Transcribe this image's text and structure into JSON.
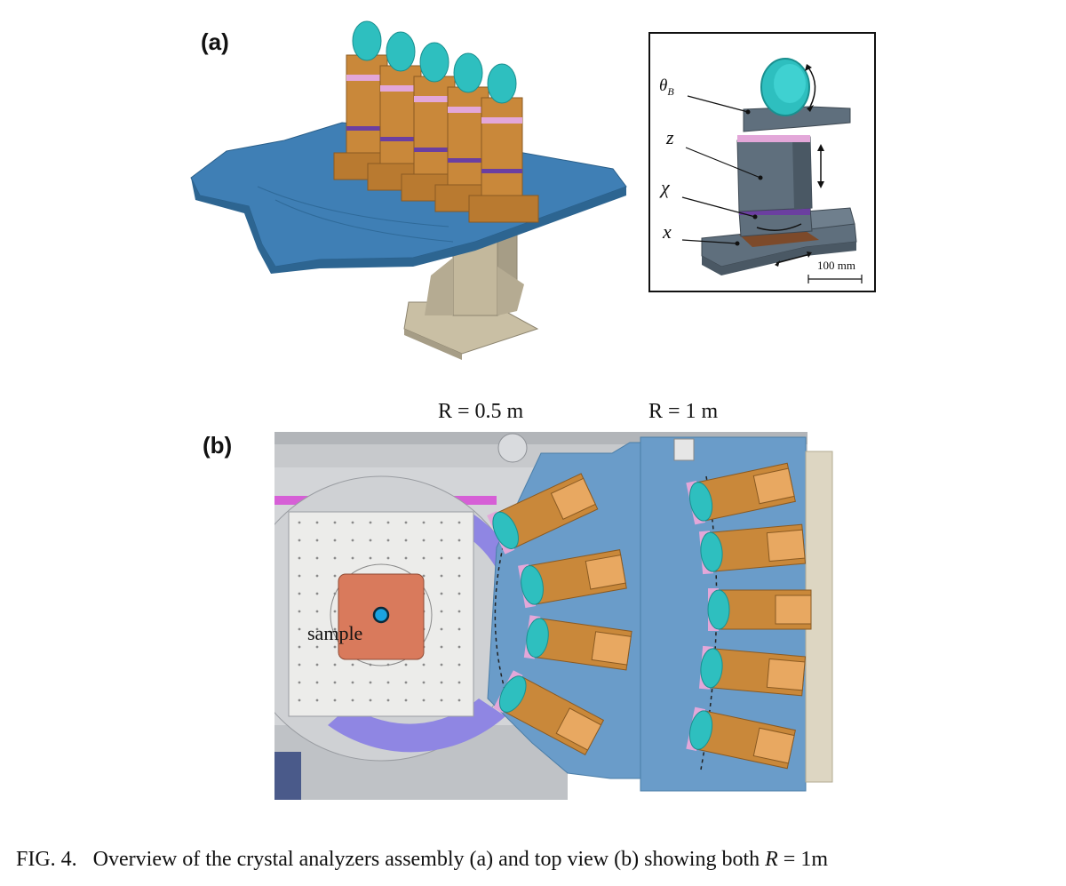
{
  "panels": {
    "a": {
      "label": "(a)"
    },
    "b": {
      "label": "(b)"
    }
  },
  "inset": {
    "labels": {
      "theta": "θ",
      "theta_sub": "B",
      "z": "z",
      "chi": "χ",
      "x": "x"
    },
    "scale_bar": "100 mm"
  },
  "top_view": {
    "radius_small": "R = 0.5 m",
    "radius_large": "R = 1 m",
    "sample_label": "sample"
  },
  "caption": {
    "lead": "FIG. 4.",
    "text": "Overview of the crystal analyzers assembly (a) and top view (b) showing both",
    "r_var": "R",
    "tail": " = 1m"
  },
  "colors": {
    "plate_blue": "#3f7fb5",
    "analyzer_orange": "#c9883a",
    "crystal_teal": "#2ebfbf",
    "pedestal_beige": "#c9bfa4",
    "chi_purple": "#6b3fa0",
    "pink_ring": "#e3a7d9",
    "stage_grey": "#5f6f7d",
    "sample_copper": "#d97a5c",
    "sample_dot": "#1aa3e0",
    "inner_violet": "#8f86e3"
  }
}
